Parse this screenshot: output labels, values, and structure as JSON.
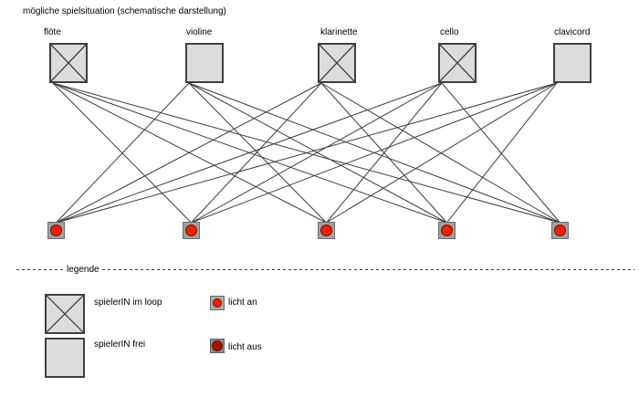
{
  "title": "mögliche spielsituation (schematische darstellung)",
  "colors": {
    "bg": "#ffffff",
    "ink": "#000000",
    "line": "#3c3c3c",
    "box-fill": "#dcdcdc",
    "box-border": "#3f3f3f",
    "node-fill": "#a2a2a2",
    "node-border": "#6b6b6b",
    "licht-an": "#e82300",
    "licht-aus": "#a51300"
  },
  "players": [
    {
      "name": "flöte",
      "in_loop": true,
      "light": "an"
    },
    {
      "name": "violine",
      "in_loop": false,
      "light": "an"
    },
    {
      "name": "klarinette",
      "in_loop": true,
      "light": "an"
    },
    {
      "name": "cello",
      "in_loop": true,
      "light": "an"
    },
    {
      "name": "clavicord",
      "in_loop": false,
      "light": "an"
    }
  ],
  "connections": [
    [
      0,
      1
    ],
    [
      0,
      2
    ],
    [
      0,
      3
    ],
    [
      0,
      4
    ],
    [
      1,
      0
    ],
    [
      1,
      2
    ],
    [
      1,
      3
    ],
    [
      1,
      4
    ],
    [
      2,
      0
    ],
    [
      2,
      1
    ],
    [
      2,
      3
    ],
    [
      2,
      4
    ],
    [
      3,
      0
    ],
    [
      3,
      1
    ],
    [
      3,
      2
    ],
    [
      3,
      4
    ],
    [
      4,
      0
    ],
    [
      4,
      1
    ],
    [
      4,
      2
    ],
    [
      4,
      3
    ]
  ],
  "legend": {
    "heading": "legende",
    "items": [
      {
        "label": "spielerIN im loop",
        "symbol": "box-x"
      },
      {
        "label": "spielerIN frei",
        "symbol": "box-plain"
      },
      {
        "label": "licht an",
        "symbol": "light-on"
      },
      {
        "label": "licht aus",
        "symbol": "light-off"
      }
    ]
  }
}
